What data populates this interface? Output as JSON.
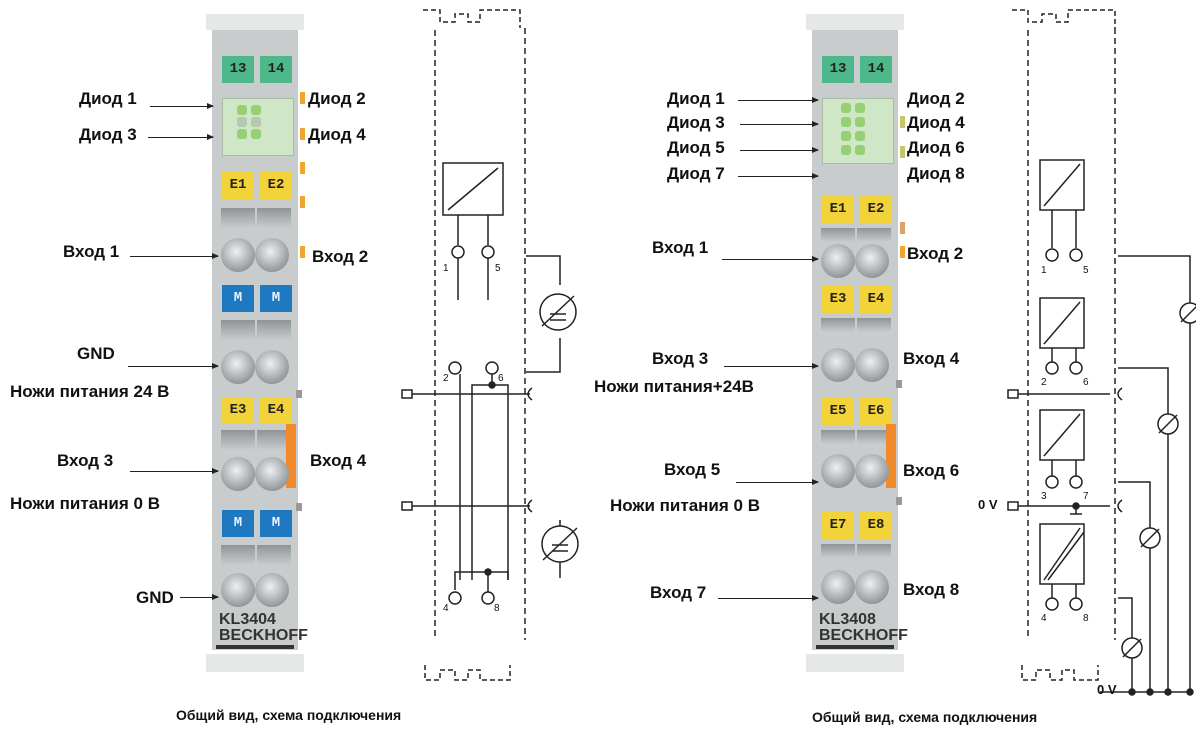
{
  "left": {
    "labels": {
      "diode1": "Диод 1",
      "diode2": "Диод 2",
      "diode3": "Диод 3",
      "diode4": "Диод 4",
      "in1": "Вход 1",
      "in2": "Вход 2",
      "gnd1": "GND",
      "power24": "Ножи питания 24 В",
      "in3": "Вход 3",
      "in4": "Вход 4",
      "power0": "Ножи питания 0 В",
      "gnd2": "GND"
    },
    "slots": [
      "13",
      "14",
      "E1",
      "E2",
      "M",
      "M",
      "E3",
      "E4",
      "M",
      "M"
    ],
    "model": "KL3404",
    "brand": "BECKHOFF",
    "pins": [
      "1",
      "5",
      "2",
      "6",
      "4",
      "8"
    ],
    "caption": "Общий вид, схема подключения"
  },
  "right": {
    "labels": {
      "diode1": "Диод 1",
      "diode2": "Диод 2",
      "diode3": "Диод 3",
      "diode4": "Диод 4",
      "diode5": "Диод 5",
      "diode6": "Диод 6",
      "diode7": "Диод 7",
      "diode8": "Диод 8",
      "in1": "Вход 1",
      "in2": "Вход 2",
      "in3": "Вход 3",
      "in4": "Вход 4",
      "power24": "Ножи питания+24В",
      "in5": "Вход 5",
      "in6": "Вход 6",
      "power0": "Ножи питания 0 В",
      "in7": "Вход 7",
      "in8": "Вход 8"
    },
    "slots": [
      "13",
      "14",
      "E1",
      "E2",
      "E3",
      "E4",
      "E5",
      "E6",
      "E7",
      "E8"
    ],
    "model": "KL3408",
    "brand": "BECKHOFF",
    "pins": [
      "1",
      "5",
      "2",
      "6",
      "3",
      "7",
      "4",
      "8"
    ],
    "zero_v": "0 V",
    "zero_v_bottom": "0 V",
    "caption": "Общий вид, схема подключения"
  },
  "colors": {
    "green": "#4fb88a",
    "yellow": "#f3d33a",
    "blue": "#1e79c0",
    "orange": "#f08a2a"
  }
}
